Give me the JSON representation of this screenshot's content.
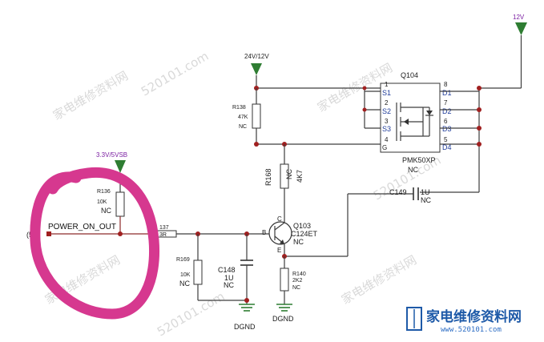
{
  "rails": {
    "v12": "12V",
    "v24": "24V/12V",
    "v33": "3.3V/5VSB"
  },
  "signals": {
    "power_on_out": "POWER_ON_OUT",
    "left_edge_fragment": "(5"
  },
  "components": {
    "r138": {
      "ref": "R138",
      "value": "47K",
      "note": "NC"
    },
    "r136": {
      "ref": "R136",
      "value": "10K",
      "note": "NC"
    },
    "r137": {
      "ref": "137",
      "value": "3R"
    },
    "r169": {
      "ref": "R169",
      "value": "10K",
      "note": "NC"
    },
    "r168": {
      "ref": "R168",
      "value": "4K7",
      "note": "NC"
    },
    "r140": {
      "ref": "R140",
      "value": "2K2",
      "note": "NC"
    },
    "c148": {
      "ref": "C148",
      "value": "1U",
      "note": "NC"
    },
    "c149": {
      "ref": "C149",
      "value": "1U",
      "note": "NC"
    },
    "q103": {
      "ref": "Q103",
      "part": "C124ET",
      "note": "NC",
      "pin_b": "B",
      "pin_c": "C",
      "pin_e": "E"
    },
    "q104": {
      "ref": "Q104",
      "part": "PMK50XP",
      "note": "NC",
      "left_pins": [
        {
          "num": "1",
          "name": "S1"
        },
        {
          "num": "2",
          "name": "S2"
        },
        {
          "num": "3",
          "name": "S3"
        },
        {
          "num": "4",
          "name": "G"
        }
      ],
      "right_pins": [
        {
          "num": "8",
          "name": "D1"
        },
        {
          "num": "7",
          "name": "D2"
        },
        {
          "num": "6",
          "name": "D3"
        },
        {
          "num": "5",
          "name": "D4"
        }
      ]
    }
  },
  "grounds": {
    "gnd_c148": "DGND",
    "gnd_r140": "DGND"
  },
  "watermark": {
    "text_cn": "家电维修资料网",
    "text_num": "520101.com",
    "logo_main": "家电维修资料网",
    "logo_sub": "www.520101.com"
  },
  "colors": {
    "wire": "#3d3d3d",
    "rail_arrow": "#2e7d32",
    "rail_text": "#7b1fa2",
    "highlight_circle": "#d6388f",
    "node": "#a02020",
    "logo": "#1e5aa8"
  }
}
